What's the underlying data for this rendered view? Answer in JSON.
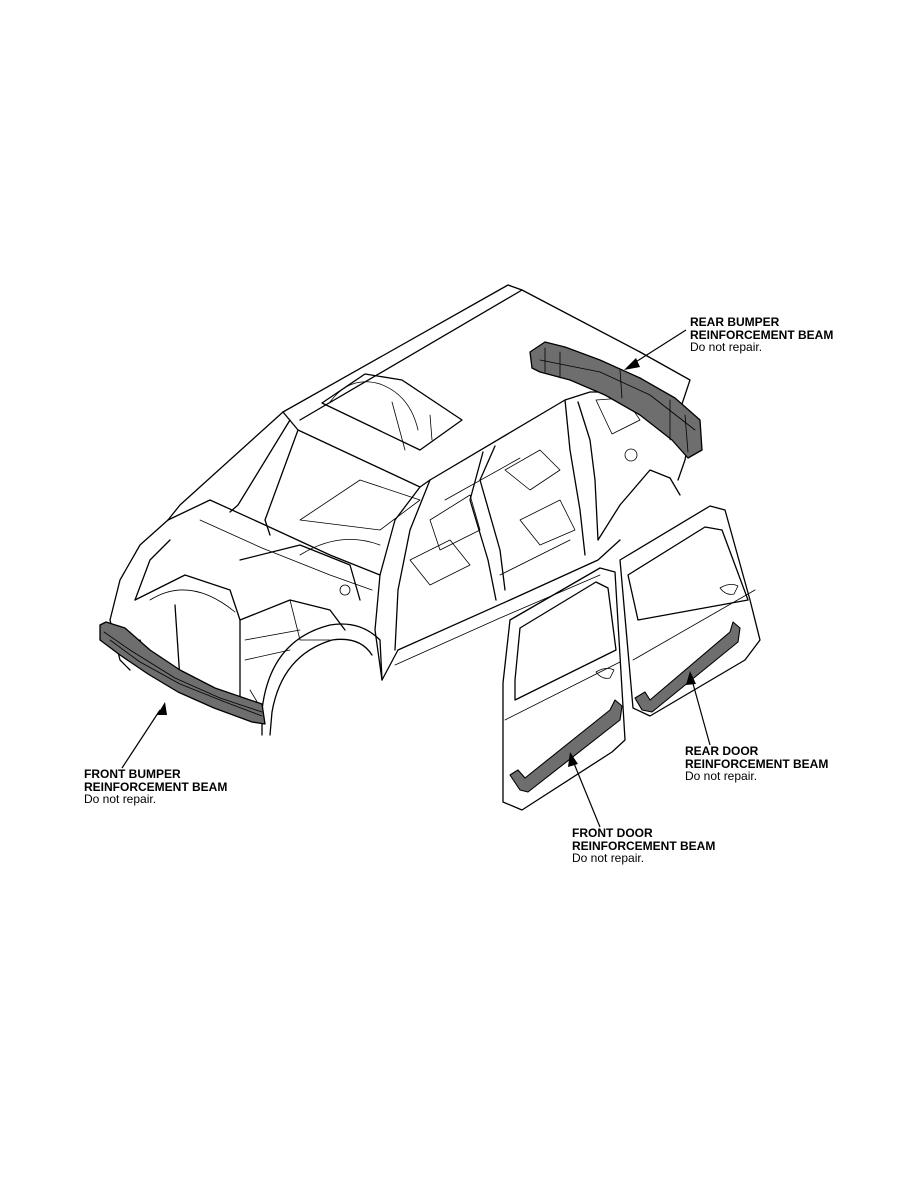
{
  "callouts": {
    "rear_bumper": {
      "title_line1": "REAR BUMPER",
      "title_line2": "REINFORCEMENT BEAM",
      "note": "Do not repair."
    },
    "front_bumper": {
      "title_line1": "FRONT BUMPER",
      "title_line2": "REINFORCEMENT BEAM",
      "note": "Do not repair."
    },
    "rear_door": {
      "title_line1": "REAR DOOR",
      "title_line2": "REINFORCEMENT BEAM",
      "note": "Do not repair."
    },
    "front_door": {
      "title_line1": "FRONT DOOR",
      "title_line2": "REINFORCEMENT BEAM",
      "note": "Do not repair."
    }
  },
  "colors": {
    "line": "#000000",
    "beam_fill": "#6e6e6e",
    "background": "#ffffff"
  }
}
